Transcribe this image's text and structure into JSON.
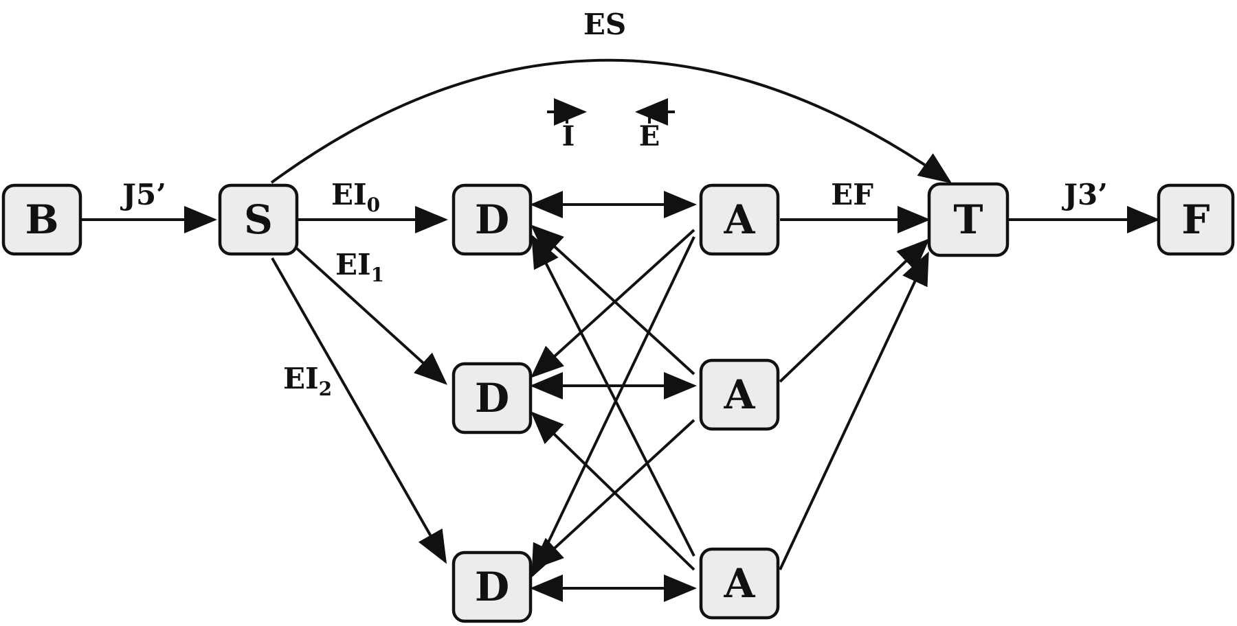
{
  "nodes": {
    "B": {
      "label": "B"
    },
    "S": {
      "label": "S"
    },
    "D0": {
      "label": "D"
    },
    "D1": {
      "label": "D"
    },
    "D2": {
      "label": "D"
    },
    "A0": {
      "label": "A"
    },
    "A1": {
      "label": "A"
    },
    "A2": {
      "label": "A"
    },
    "T": {
      "label": "T"
    },
    "F": {
      "label": "F"
    }
  },
  "edge_labels": {
    "J5": "J5’",
    "J3": "J3’",
    "ES": "ES",
    "EF": "EF",
    "EI0": {
      "base": "EI",
      "sub": "0"
    },
    "EI1": {
      "base": "EI",
      "sub": "1"
    },
    "EI2": {
      "base": "EI",
      "sub": "2"
    }
  },
  "legend": {
    "I": "I",
    "E": "E"
  },
  "colors": {
    "stroke": "#111111",
    "node_fill": "#ececec",
    "background": "#ffffff"
  }
}
